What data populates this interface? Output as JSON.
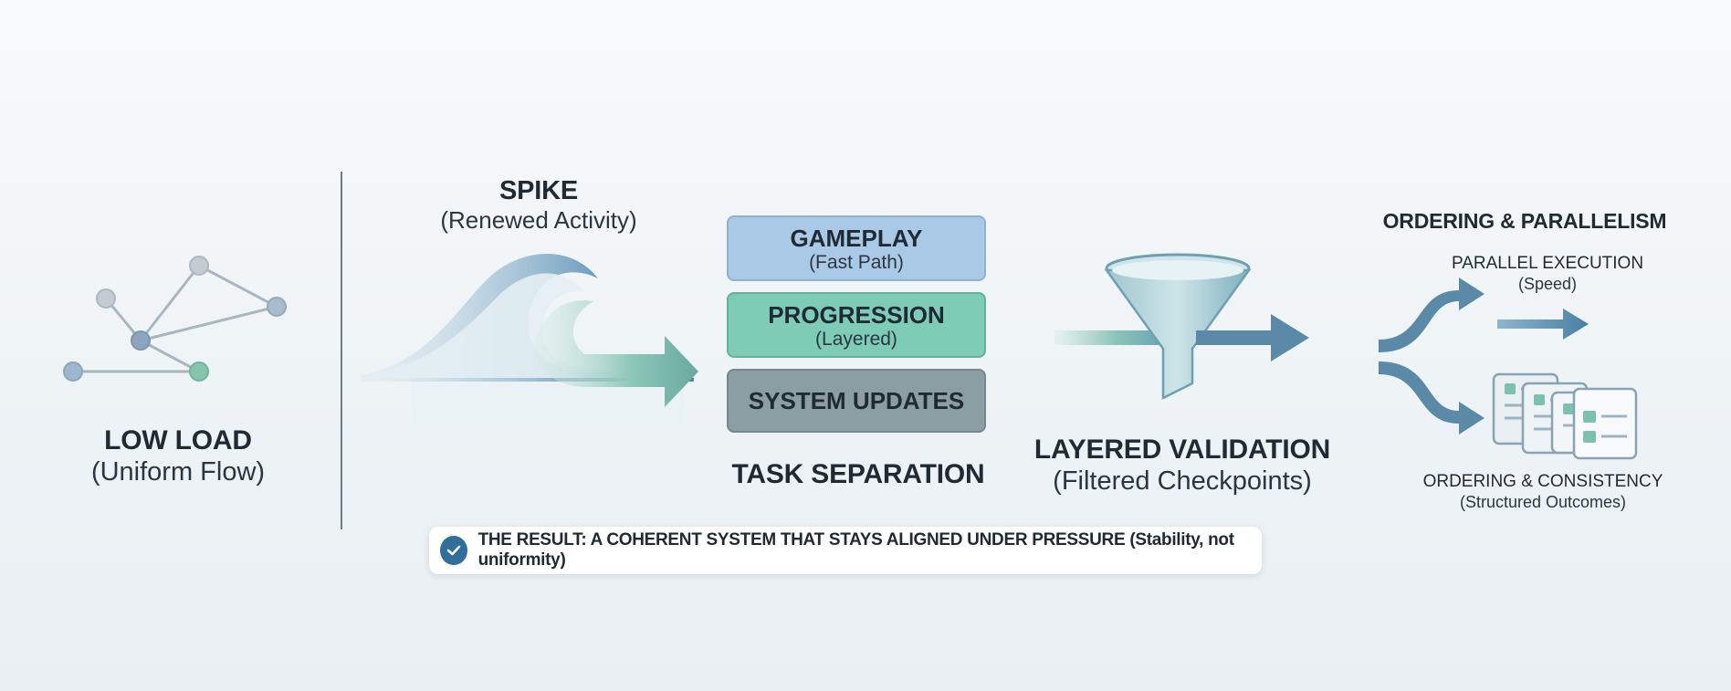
{
  "low_load": {
    "title": "LOW LOAD",
    "subtitle": "(Uniform Flow)"
  },
  "spike": {
    "title": "SPIKE",
    "subtitle": "(Renewed Activity)"
  },
  "task_separation": {
    "caption": "TASK SEPARATION",
    "boxes": [
      {
        "title": "GAMEPLAY",
        "subtitle": "(Fast Path)",
        "color": "#a9c9e6",
        "border": "#8fb2d2"
      },
      {
        "title": "PROGRESSION",
        "subtitle": "(Layered)",
        "color": "#7ecbb6",
        "border": "#5fb39c"
      },
      {
        "title": "SYSTEM UPDATES",
        "subtitle": "",
        "color": "#8a9ea4",
        "border": "#74878d"
      }
    ]
  },
  "layered_validation": {
    "title": "LAYERED VALIDATION",
    "subtitle": "(Filtered Checkpoints)"
  },
  "ordering": {
    "heading": "ORDERING & PARALLELISM",
    "parallel_title": "PARALLEL EXECUTION",
    "parallel_subtitle": "(Speed)",
    "consistency_title": "ORDERING & CONSISTENCY",
    "consistency_subtitle": "(Structured Outcomes)"
  },
  "result_banner": {
    "text": "THE RESULT: A COHERENT SYSTEM THAT STAYS ALIGNED UNDER PRESSURE (Stability, not uniformity)"
  },
  "icons": [
    "network-graph-icon",
    "wave-icon",
    "funnel-icon",
    "branch-arrows-icon",
    "checklist-documents-icon",
    "check-circle-icon"
  ],
  "colors": {
    "steel_blue": "#5b8aa8",
    "teal": "#7cc0b0",
    "dark_blue": "#2f6f98",
    "node_gray": "#b9c2c8"
  }
}
